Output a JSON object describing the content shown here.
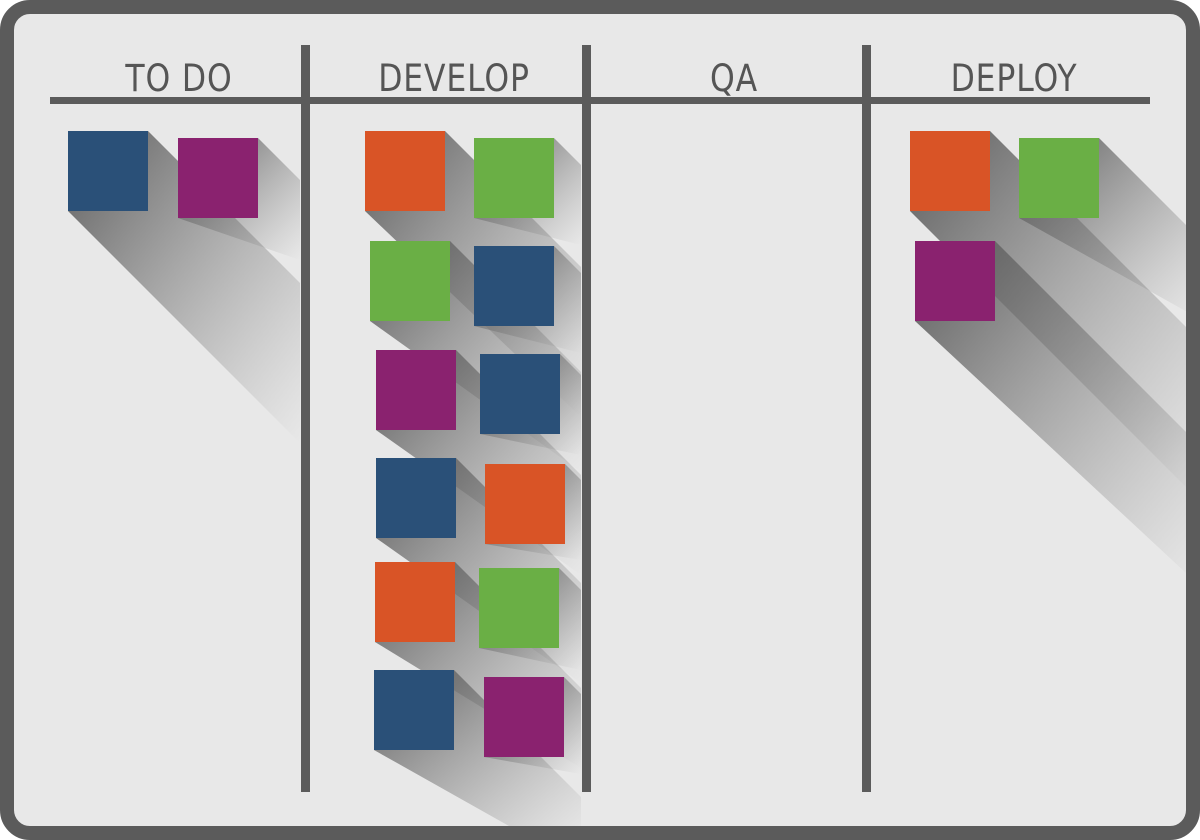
{
  "columns": [
    {
      "title": "TO DO",
      "cards": [
        "blue",
        "purple"
      ]
    },
    {
      "title": "DEVELOP",
      "cards": [
        "orange",
        "green",
        "green",
        "blue",
        "purple",
        "blue",
        "blue",
        "orange",
        "orange",
        "green",
        "blue",
        "purple"
      ]
    },
    {
      "title": "QA",
      "cards": []
    },
    {
      "title": "DEPLOY",
      "cards": [
        "orange",
        "green",
        "purple"
      ]
    }
  ],
  "colors": {
    "blue": "#2a5078",
    "purple": "#8a226f",
    "orange": "#d95426",
    "green": "#6aaf45",
    "board_frame": "#5b5b5b",
    "board_background": "#e8e8e8"
  }
}
